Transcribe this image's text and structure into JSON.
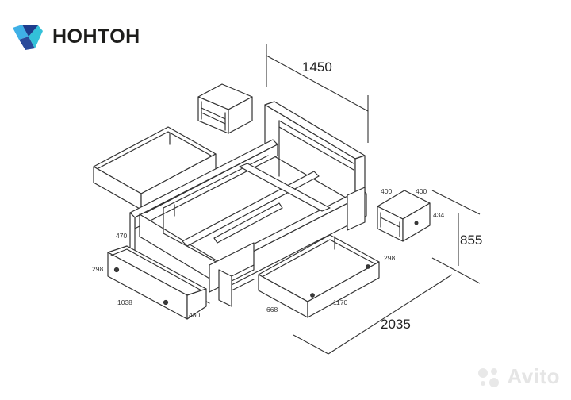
{
  "brand": {
    "name": "НОНТОН",
    "logo_icon": "cube-logo-icon"
  },
  "dimensions": {
    "bed_width": "1450",
    "bed_length": "2035",
    "bed_height": "855",
    "nightstand_width": "400",
    "nightstand_depth": "400",
    "nightstand_height": "434",
    "frame_height": "470",
    "drawer_left_height": "298",
    "drawer_left_length": "1038",
    "drawer_left_width": "430",
    "drawer_right_height": "298",
    "drawer_right_width": "668",
    "drawer_right_length": "1170"
  },
  "watermark": {
    "text": "Avito",
    "icon": "avito-dots-icon"
  }
}
